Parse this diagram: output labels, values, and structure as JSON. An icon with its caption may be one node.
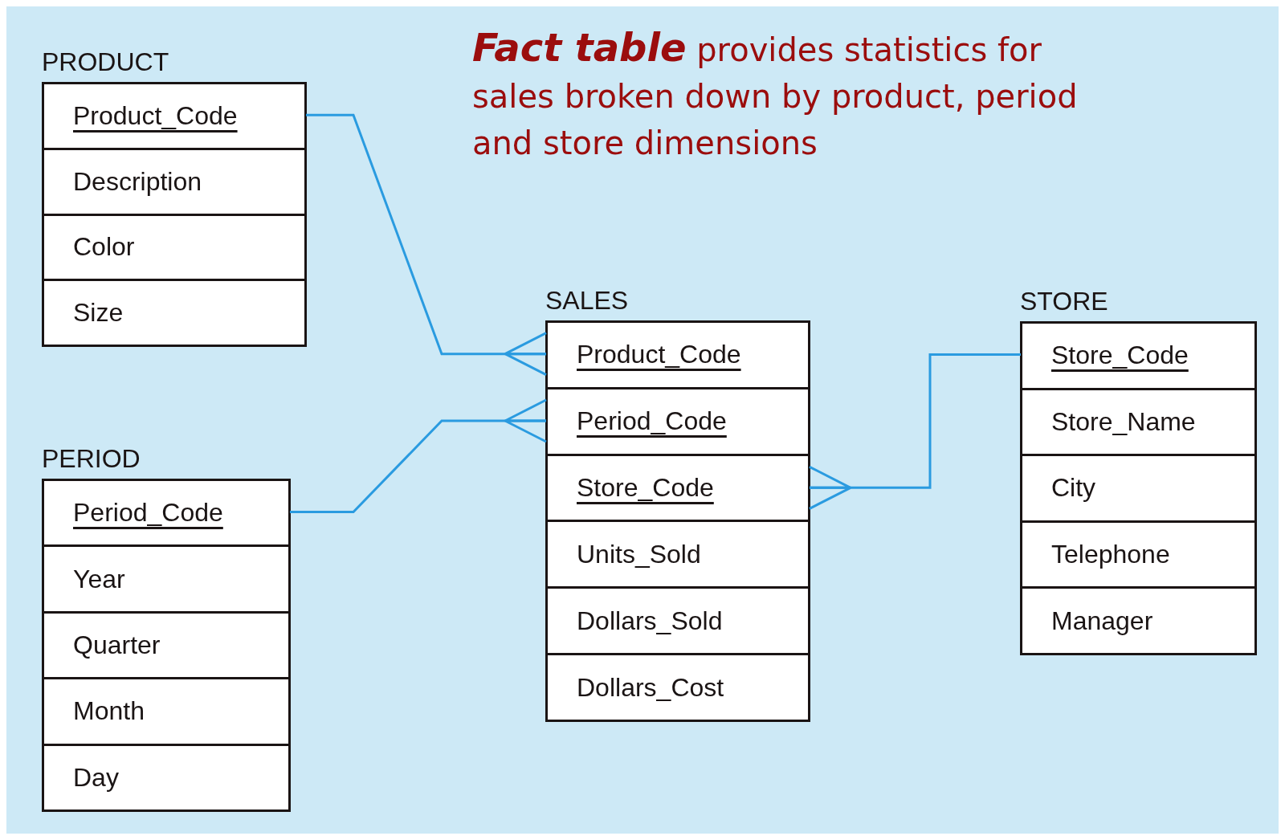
{
  "diagram": {
    "nodes": [
      {
        "text": [
          "PRODUCT"
        ]
      },
      {
        "text": [
          "Product_Code"
        ],
        "in": 0
      },
      {
        "text": [
          "Description"
        ],
        "in": 0
      },
      {
        "text": [
          "Color"
        ],
        "in": 0
      },
      {
        "text": [
          "Size"
        ],
        "in": 0
      },
      {
        "text": [
          "PERIOD"
        ]
      },
      {
        "text": [
          "Period_Code"
        ],
        "in": 5
      },
      {
        "text": [
          "Year"
        ],
        "in": 5
      },
      {
        "text": [
          "Quarter"
        ],
        "in": 5
      },
      {
        "text": [
          "Month"
        ],
        "in": 5
      },
      {
        "text": [
          "Day"
        ],
        "in": 5
      },
      {
        "text": [
          "SALES"
        ]
      },
      {
        "text": [
          "Product_Code"
        ],
        "in": 11
      },
      {
        "text": [
          "Period_Code"
        ],
        "in": 11
      },
      {
        "text": [
          "Store_Code"
        ],
        "in": 11
      },
      {
        "text": [
          "Units_Sold"
        ],
        "in": 11
      },
      {
        "text": [
          "Dollars_Sold"
        ],
        "in": 11
      },
      {
        "text": [
          "Dollars_Cost"
        ],
        "in": 11
      },
      {
        "text": [
          "STORE"
        ]
      },
      {
        "text": [
          "Store_Code"
        ],
        "in": 18
      },
      {
        "text": [
          "Store_Name"
        ],
        "in": 18
      },
      {
        "text": [
          "City"
        ],
        "in": 18
      },
      {
        "text": [
          "Telephone"
        ],
        "in": 18
      },
      {
        "text": [
          "Manager"
        ],
        "in": 18
      }
    ],
    "edges": [
      {
        "from": 1,
        "to": 12,
        "arrow": "other"
      },
      {
        "from": 6,
        "to": 13,
        "arrow": "other"
      },
      {
        "from": 19,
        "to": 14,
        "arrow": "other"
      }
    ],
    "labels": [
      "**Fact table** provides statistics for sales broken down by product, period and store dimensions"
    ]
  }
}
